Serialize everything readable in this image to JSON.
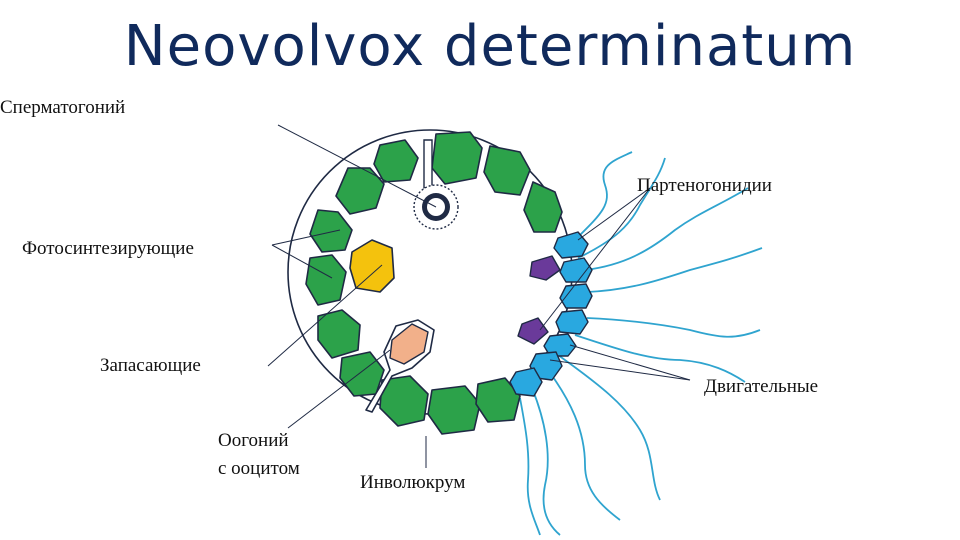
{
  "title": "Neovolvox determinatum",
  "labels": {
    "spermatogonium": "Сперматогоний",
    "parthenogonidia": "Партеногонидии",
    "photosynthetic": "Фотосинтезирующие",
    "storage": "Запасающие",
    "oogonium_line1": "Оогоний",
    "oogonium_line2": "с ооцитом",
    "involucrum": "Инволюкрум",
    "motile": "Двигательные"
  },
  "colors": {
    "title": "#102a5c",
    "photosynthetic_cell": "#2ca24a",
    "storage_cell": "#f4c20d",
    "oogonium_cell": "#f2b08a",
    "motile_cell": "#29a8e0",
    "parthenogonidia_cell": "#6a3a9a",
    "flagella": "#2fa4cf",
    "outline": "#1f2a44"
  }
}
